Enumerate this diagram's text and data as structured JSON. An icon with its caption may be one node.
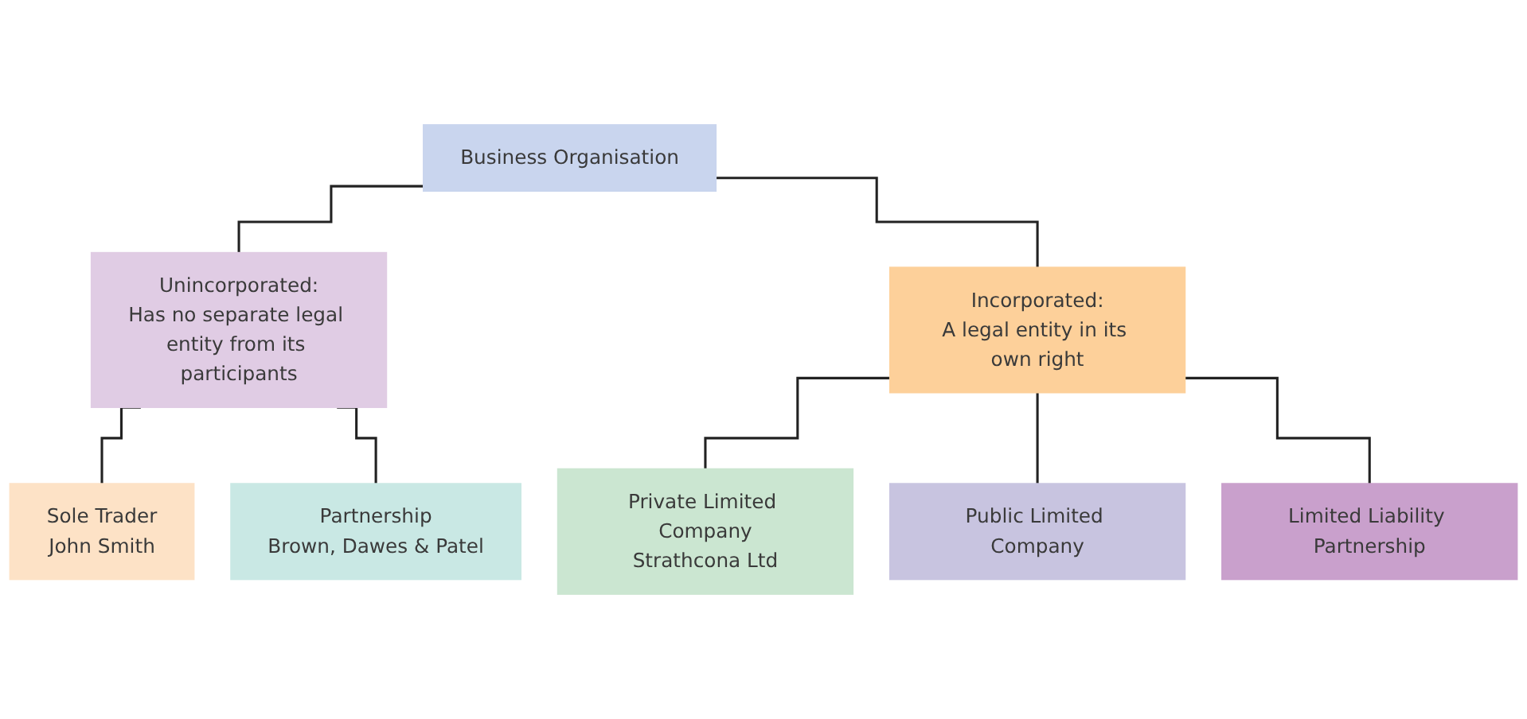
{
  "diagram": {
    "nodes": [
      {
        "text": [
          "Business Organisation"
        ]
      },
      {
        "text": [
          "Unincorporated:",
          "Has no separate legal entity from its participants"
        ]
      },
      {
        "text": [
          "Incorporated:",
          "A legal entity in its own right"
        ]
      },
      {
        "text": [
          "Sole Trader",
          "John Smith"
        ]
      },
      {
        "text": [
          "Partnership",
          "Brown, Dawes & Patel"
        ]
      },
      {
        "text": [
          "Private Limited Company",
          "Strathcona Ltd"
        ]
      },
      {
        "text": [
          "Public Limited Company"
        ]
      },
      {
        "text": [
          "Limited Liability Partnership"
        ]
      }
    ],
    "edges": [
      {
        "from": 0,
        "to": 1,
        "arrow": "none"
      },
      {
        "from": 0,
        "to": 2,
        "arrow": "none"
      },
      {
        "from": 1,
        "to": 3,
        "arrow": "none"
      },
      {
        "from": 1,
        "to": 4,
        "arrow": "none"
      },
      {
        "from": 2,
        "to": 5,
        "arrow": "none"
      },
      {
        "from": 2,
        "to": 6,
        "arrow": "none"
      },
      {
        "from": 2,
        "to": 7,
        "arrow": "none"
      }
    ]
  }
}
